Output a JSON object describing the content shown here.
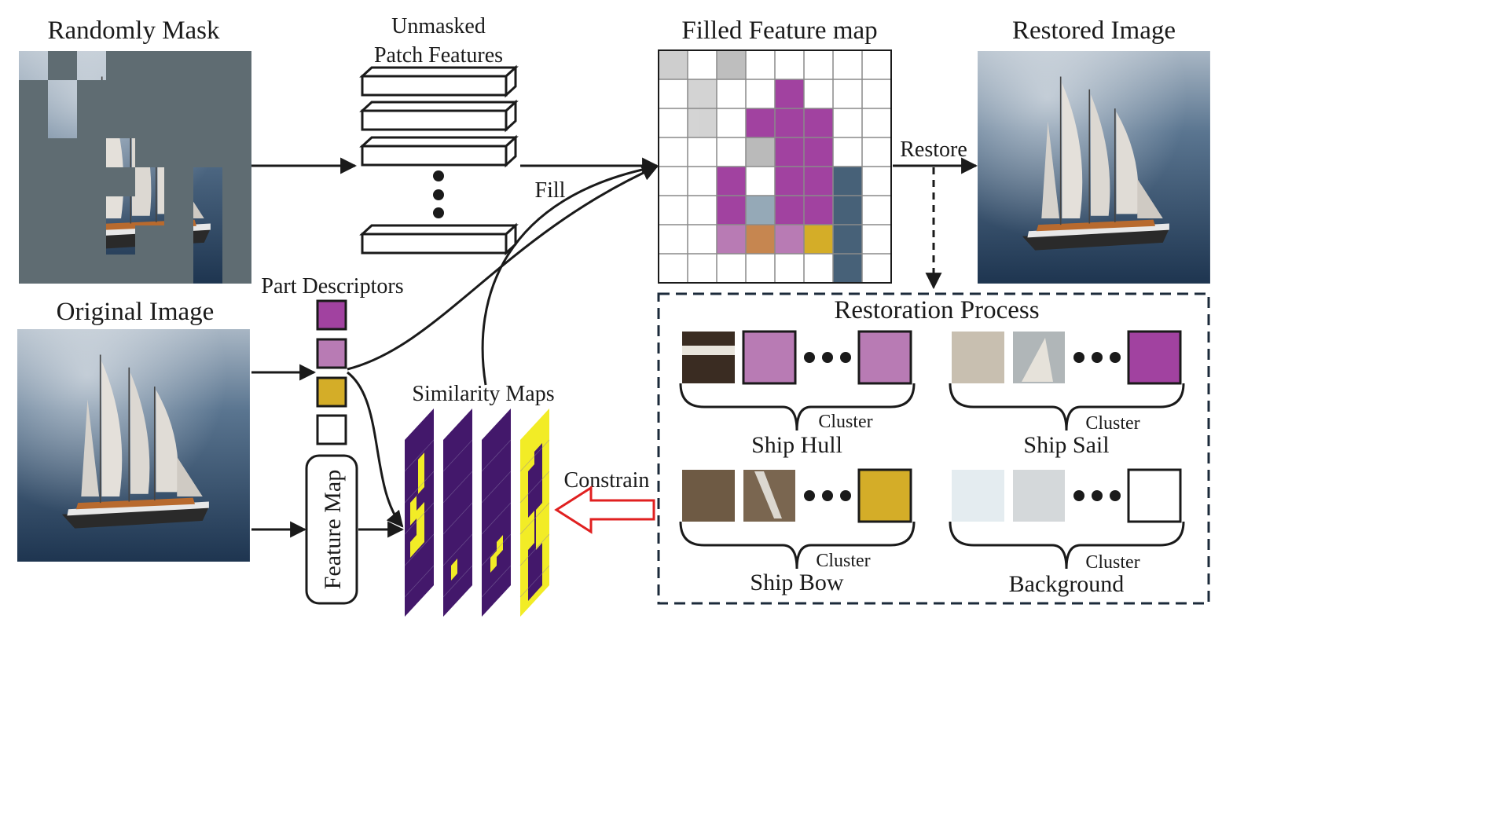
{
  "labels": {
    "randomly_mask": "Randomly Mask",
    "unmasked_line1": "Unmasked",
    "unmasked_line2": "Patch Features",
    "filled_feature_map": "Filled Feature map",
    "restored_image": "Restored Image",
    "original_image": "Original Image",
    "part_descriptors": "Part Descriptors",
    "fill": "Fill",
    "restore": "Restore",
    "restoration_process": "Restoration Process",
    "similarity_maps": "Similarity Maps",
    "constrain": "Constrain",
    "feature_map": "Feature Map"
  },
  "clusters": [
    {
      "word": "Cluster",
      "name": "Ship Hull"
    },
    {
      "word": "Cluster",
      "name": "Ship Sail"
    },
    {
      "word": "Cluster",
      "name": "Ship Bow"
    },
    {
      "word": "Cluster",
      "name": "Background"
    }
  ],
  "colors": {
    "hull_part": "#b87bb4",
    "sail_part": "#a142a0",
    "bow_part": "#d4ad28",
    "background_part": "#ffffff",
    "mask_gray": "#5f6c72",
    "similarity_dark": "#43186b",
    "similarity_bright": "#f2ec26",
    "constrain_arrow": "#e02020",
    "dashed_box": "#1b2a3a"
  },
  "icons": {
    "image_placeholder": "sailboat-photo",
    "ellipsis": "three-dots"
  }
}
